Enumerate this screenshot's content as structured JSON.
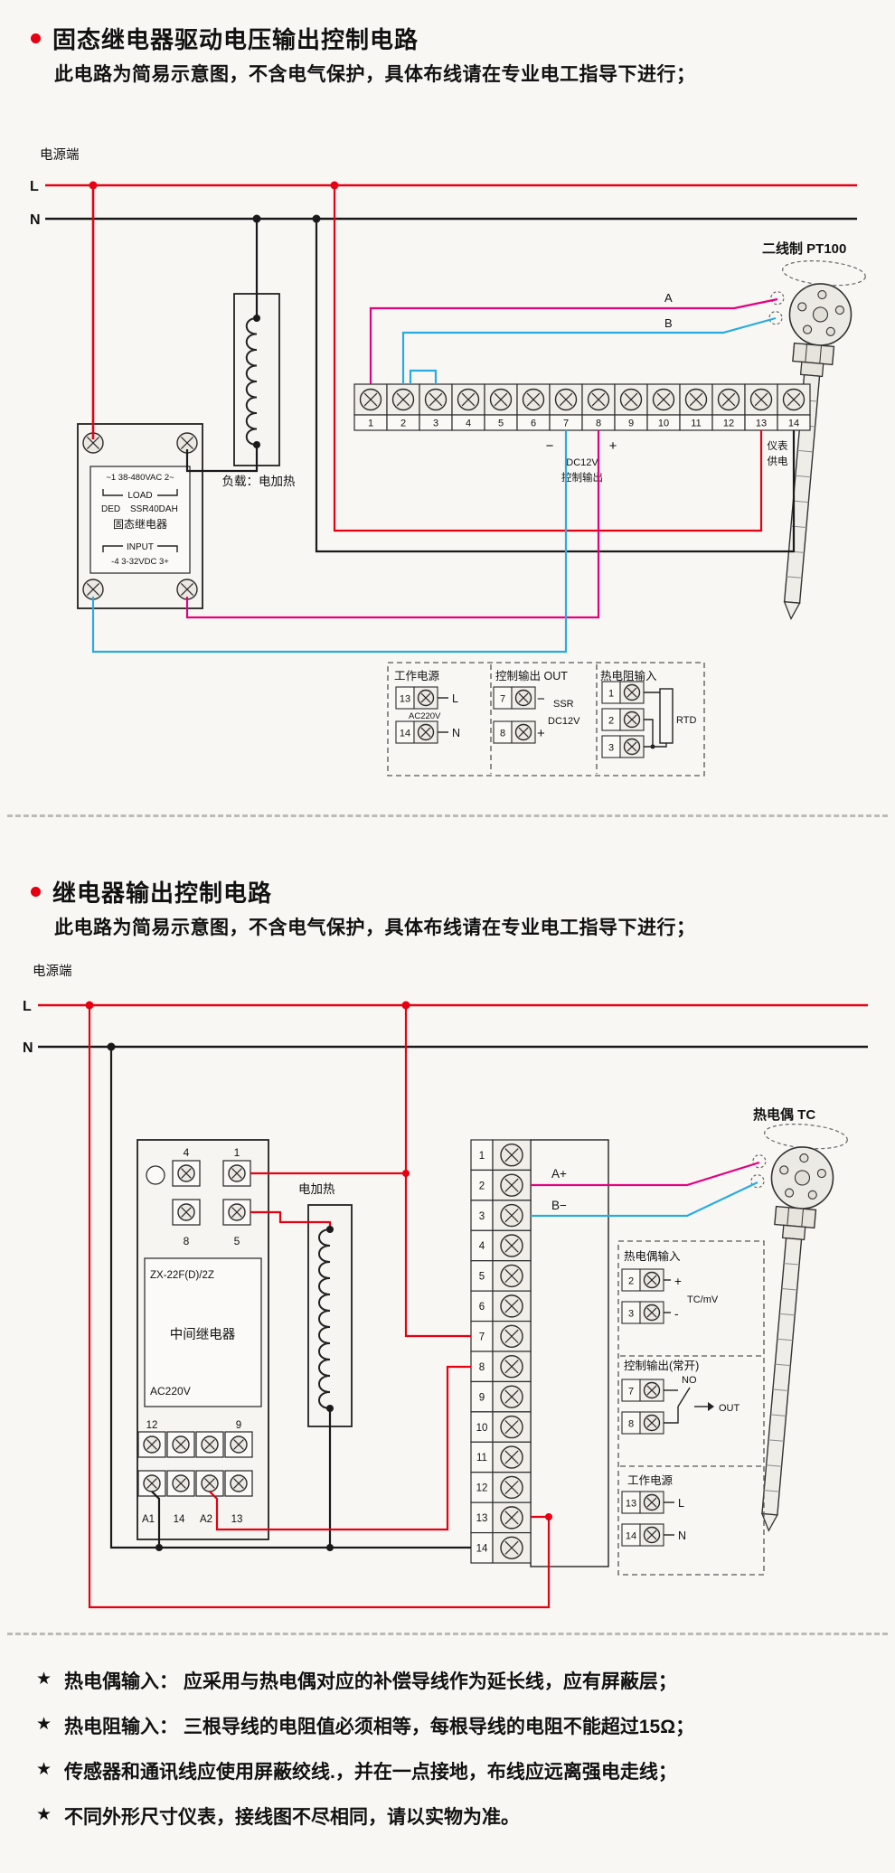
{
  "colors": {
    "live": "#e60012",
    "neutral": "#1a1a1a",
    "wire_a": "#e4007f",
    "wire_b": "#29abe2"
  },
  "section1": {
    "title": "固态继电器驱动电压输出控制电路",
    "subtitle": "此电路为简易示意图，不含电气保护，具体布线请在专业电工指导下进行；",
    "power_label": "电源端",
    "live": "L",
    "neutral": "N",
    "sensor_label": "二线制 PT100",
    "wire_a": "A",
    "wire_b": "B",
    "terminals": [
      "1",
      "2",
      "3",
      "4",
      "5",
      "6",
      "7",
      "8",
      "9",
      "10",
      "11",
      "12",
      "13",
      "14"
    ],
    "minus": "−",
    "plus": "+",
    "dc12v": "DC12V",
    "control_output": "控制输出",
    "meter_supply_line1": "仪表",
    "meter_supply_line2": "供电",
    "load_label": "负载：电加热",
    "ssr": {
      "top_line": "~1  38-480VAC  2~",
      "load": "LOAD",
      "brand": "DED",
      "model": "SSR40DAH",
      "name": "固态继电器",
      "input": "INPUT",
      "bottom_line": "-4  3-32VDC  3+"
    },
    "legend": {
      "power_title": "工作电源",
      "power_terminals": [
        "13",
        "14"
      ],
      "power_l": "L",
      "power_ac": "AC220V",
      "power_n": "N",
      "out_title": "控制输出 OUT",
      "out_terminals": [
        "7",
        "8"
      ],
      "out_minus": "−",
      "out_plus": "+",
      "out_ssr": "SSR",
      "out_dc": "DC12V",
      "rtd_title": "热电阻输入",
      "rtd_terminals": [
        "1",
        "2",
        "3"
      ],
      "rtd_label": "RTD"
    }
  },
  "section2": {
    "title": "继电器输出控制电路",
    "subtitle": "此电路为简易示意图，不含电气保护，具体布线请在专业电工指导下进行；",
    "power_label": "电源端",
    "live": "L",
    "neutral": "N",
    "sensor_label": "热电偶 TC",
    "heater_label": "电加热",
    "a_plus": "A+",
    "b_minus": "B−",
    "terminals": [
      "1",
      "2",
      "3",
      "4",
      "5",
      "6",
      "7",
      "8",
      "9",
      "10",
      "11",
      "12",
      "13",
      "14"
    ],
    "relay": {
      "t4": "4",
      "t1": "1",
      "t8": "8",
      "t5": "5",
      "model": "ZX-22F(D)/2Z",
      "name": "中间继电器",
      "voltage": "AC220V",
      "t12": "12",
      "t9": "9",
      "b1": "A1",
      "b2": "14",
      "b3": "A2",
      "b4": "13"
    },
    "legend": {
      "tc_title": "热电偶输入",
      "tc_terminals": [
        "2",
        "3"
      ],
      "tc_plus": "+",
      "tc_minus": "-",
      "tc_label": "TC/mV",
      "out_title": "控制输出(常开)",
      "out_terminals": [
        "7",
        "8"
      ],
      "out_no": "NO",
      "out_label": "OUT",
      "power_title": "工作电源",
      "power_terminals": [
        "13",
        "14"
      ],
      "power_l": "L",
      "power_n": "N"
    }
  },
  "notes": [
    "热电偶输入： 应采用与热电偶对应的补偿导线作为延长线，应有屏蔽层；",
    "热电阻输入： 三根导线的电阻值必须相等，每根导线的电阻不能超过15Ω；",
    "传感器和通讯线应使用屏蔽绞线.，并在一点接地，布线应远离强电走线；",
    "不同外形尺寸仪表，接线图不尽相同，请以实物为准。"
  ],
  "note_star": "★"
}
